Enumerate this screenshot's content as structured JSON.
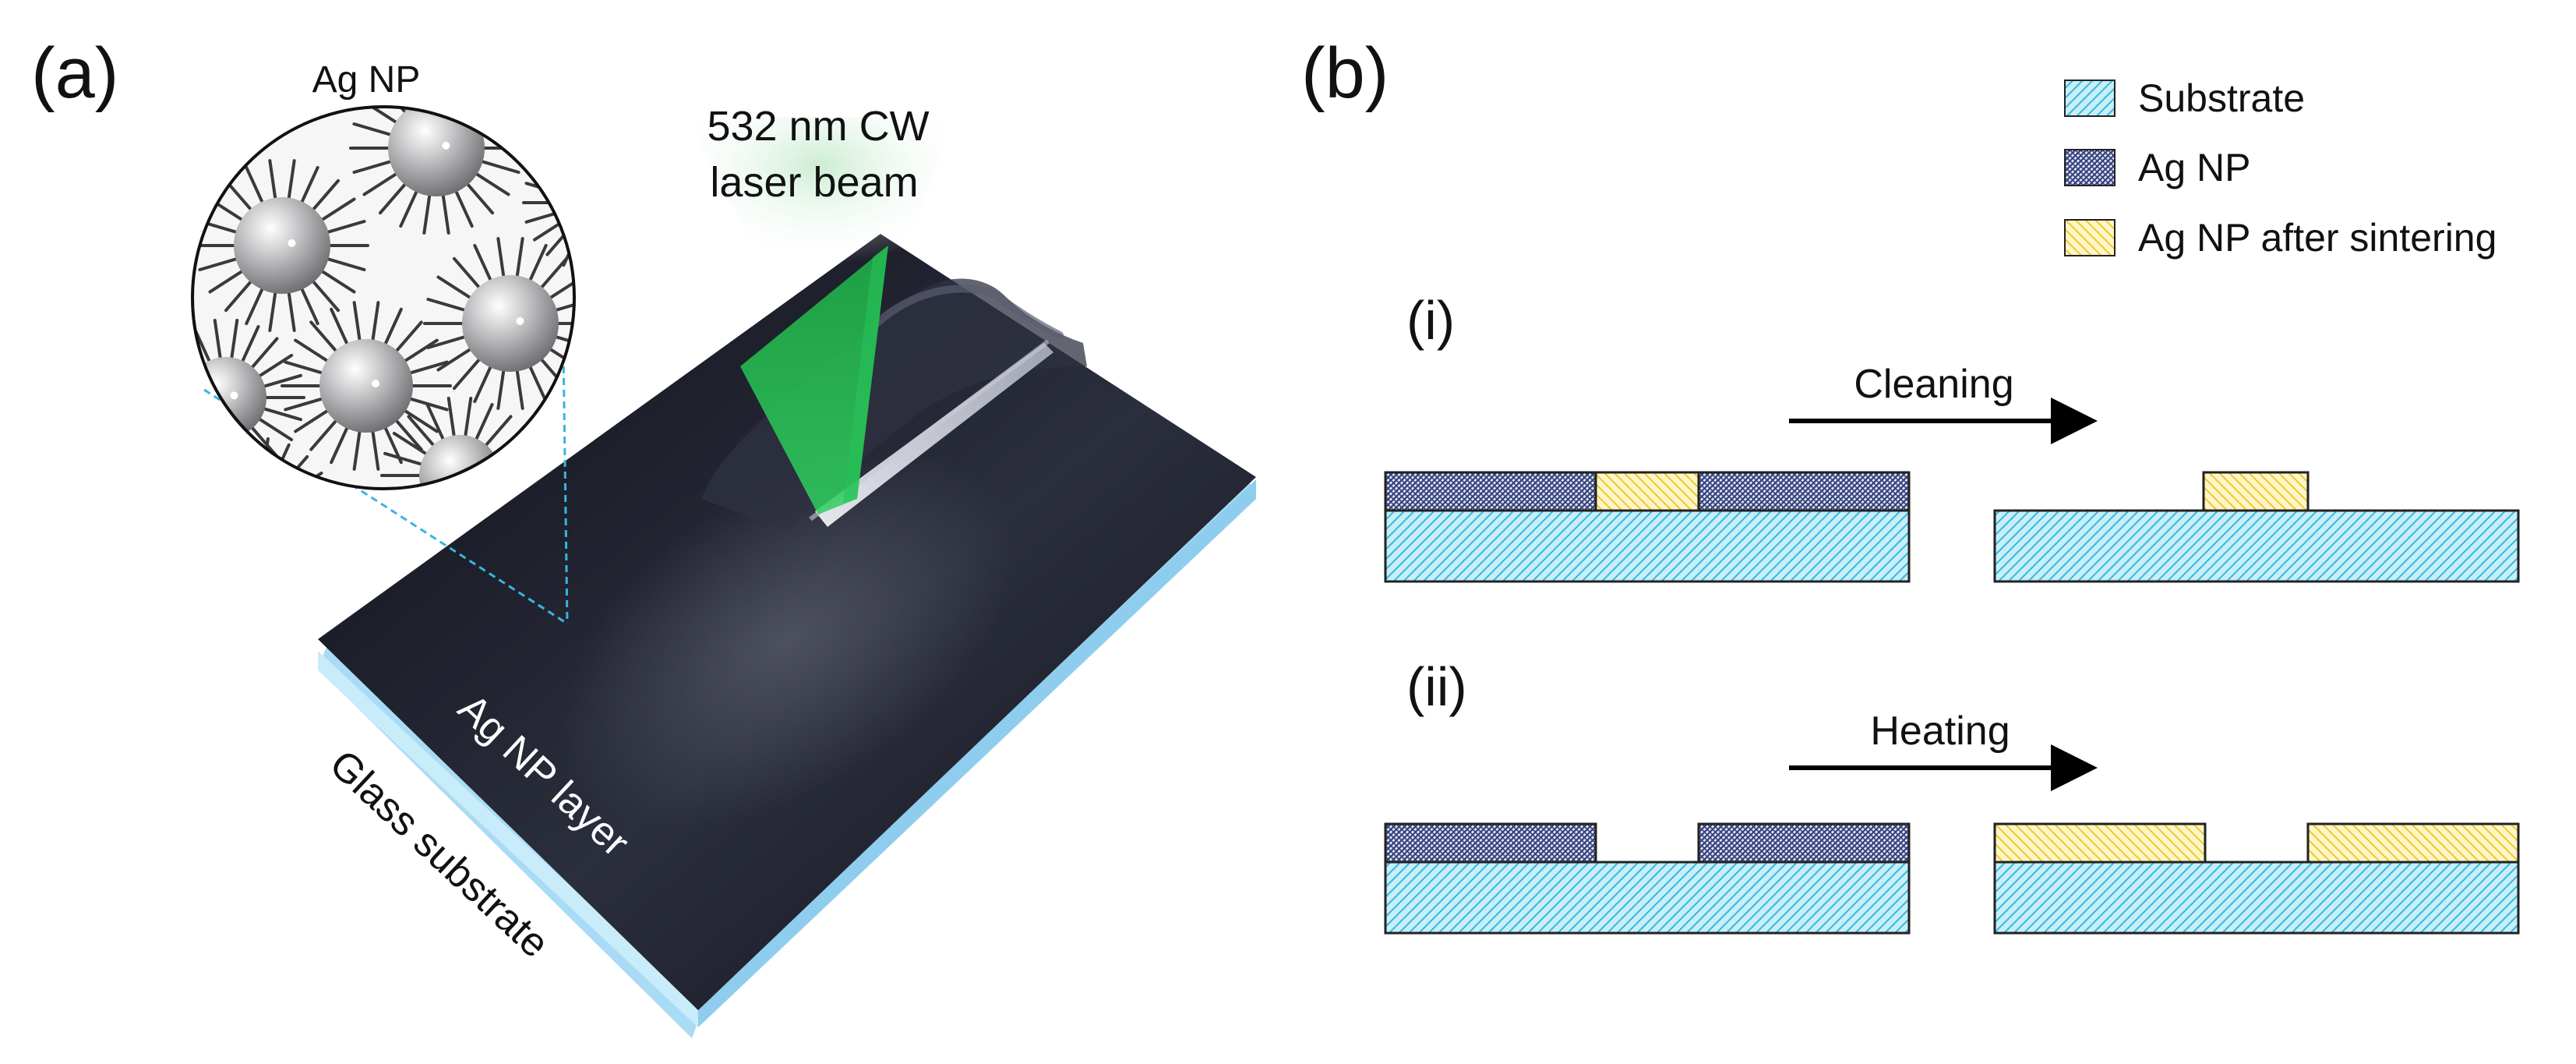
{
  "panel_a": {
    "label": "(a)",
    "inset_title": "Ag NP",
    "laser_line1": "532 nm CW",
    "laser_line2": "laser beam",
    "layer_label": "Ag NP layer",
    "substrate_label": "Glass substrate",
    "colors": {
      "film": "#1b1d28",
      "laser": "#1fae4a",
      "glass_edge": "#9fd6f2"
    }
  },
  "panel_b": {
    "label": "(b)",
    "legend": [
      {
        "label": "Substrate",
        "color": "#8fdcf0"
      },
      {
        "label": "Ag NP",
        "color": "#9aa2c8"
      },
      {
        "label": "Ag NP after sintering",
        "color": "#fbe390"
      }
    ],
    "rows": [
      {
        "label": "(i)",
        "process": "Cleaning"
      },
      {
        "label": "(ii)",
        "process": "Heating"
      }
    ]
  }
}
